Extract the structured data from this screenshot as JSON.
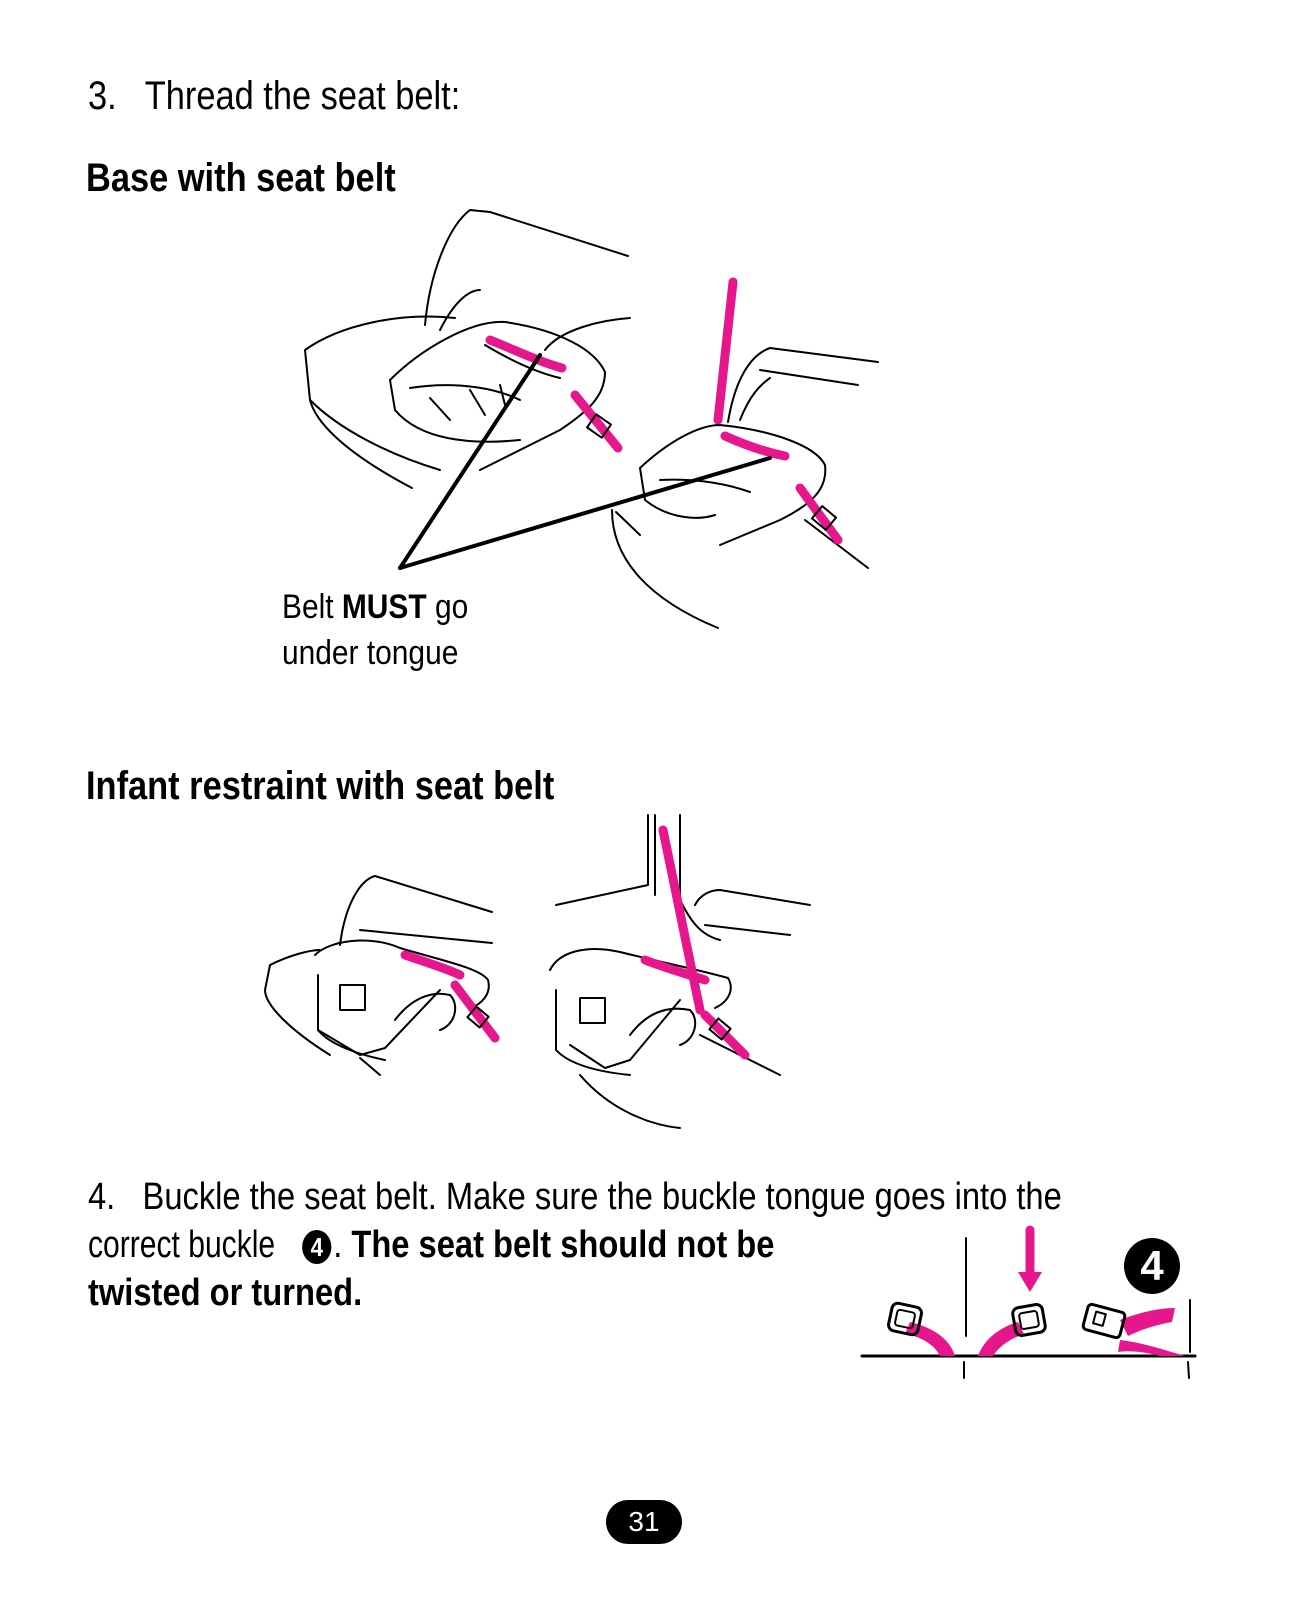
{
  "step3": {
    "number": "3.",
    "text": "Thread the seat belt:"
  },
  "base_section": {
    "heading": "Base with seat belt",
    "callout_prefix": "Belt ",
    "callout_emphasis": "MUST",
    "callout_suffix": " go",
    "callout_line2": "under tongue"
  },
  "infant_section": {
    "heading": "Infant restraint with seat belt"
  },
  "step4": {
    "number": "4.",
    "line1": "Buckle the seat belt. Make sure the buckle tongue goes into the",
    "line2_prefix": "correct buckle",
    "badge": "4",
    "line2_after_badge": ".",
    "bold_line2": "The seat belt should not be",
    "bold_line3": "twisted or turned."
  },
  "figure4_badge": "4",
  "page_number": "31",
  "colors": {
    "belt": "#e6168c",
    "ink": "#000000"
  }
}
